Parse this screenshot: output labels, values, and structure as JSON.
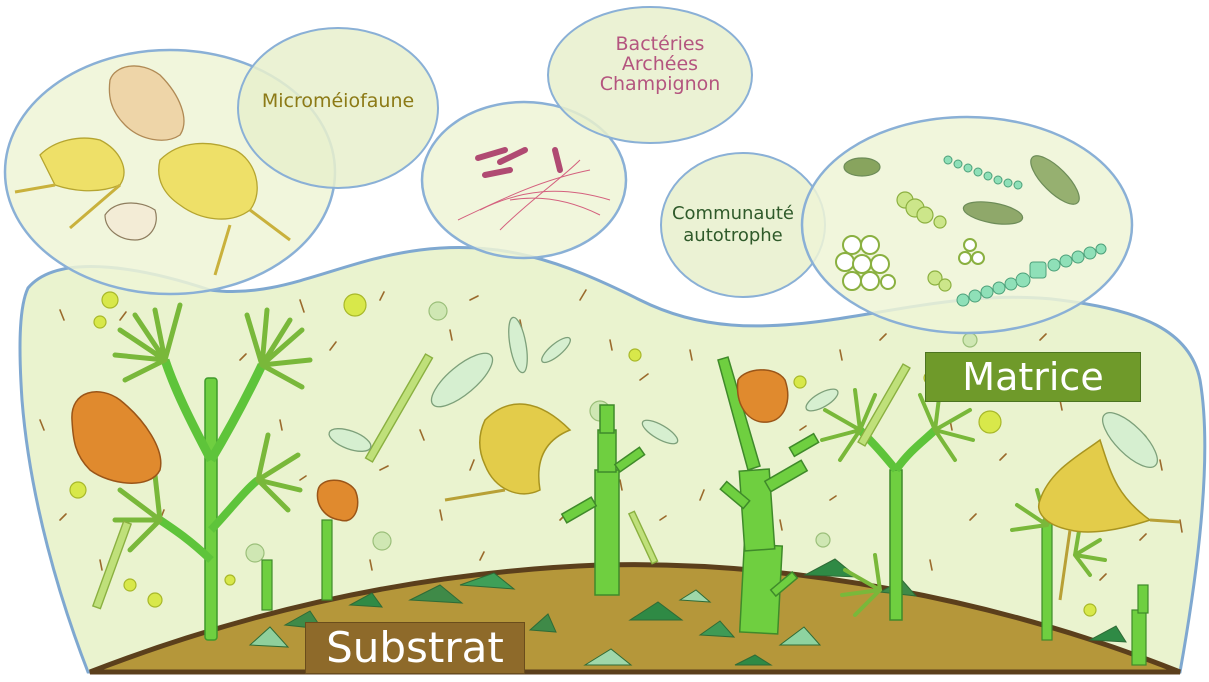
{
  "labels": {
    "micromeiofaune": "Microméiofaune",
    "bacteries": [
      "Bactéries",
      "Archées",
      "Champignon"
    ],
    "autotrophe": [
      "Communauté",
      "autotrophe"
    ],
    "matrice": "Matrice",
    "substrat": "Substrat"
  },
  "colors": {
    "matrix_fill": "#eaf3cf",
    "matrix_outline": "#7fa8d0",
    "substrate": "#b5973a",
    "substrate_edge": "#5b3f1c",
    "stalk_green": "#5ec43a",
    "microfauna_yellow": "#e3cc4a",
    "bacteria_pink": "#b04a72",
    "diatom_green": "#a9c98c",
    "cyano_teal": "#7fd1b0",
    "orange_cell": "#e08a2e",
    "matrice_label_bg": "#6f9a2a",
    "substrat_label_bg": "#8e6a2a"
  }
}
